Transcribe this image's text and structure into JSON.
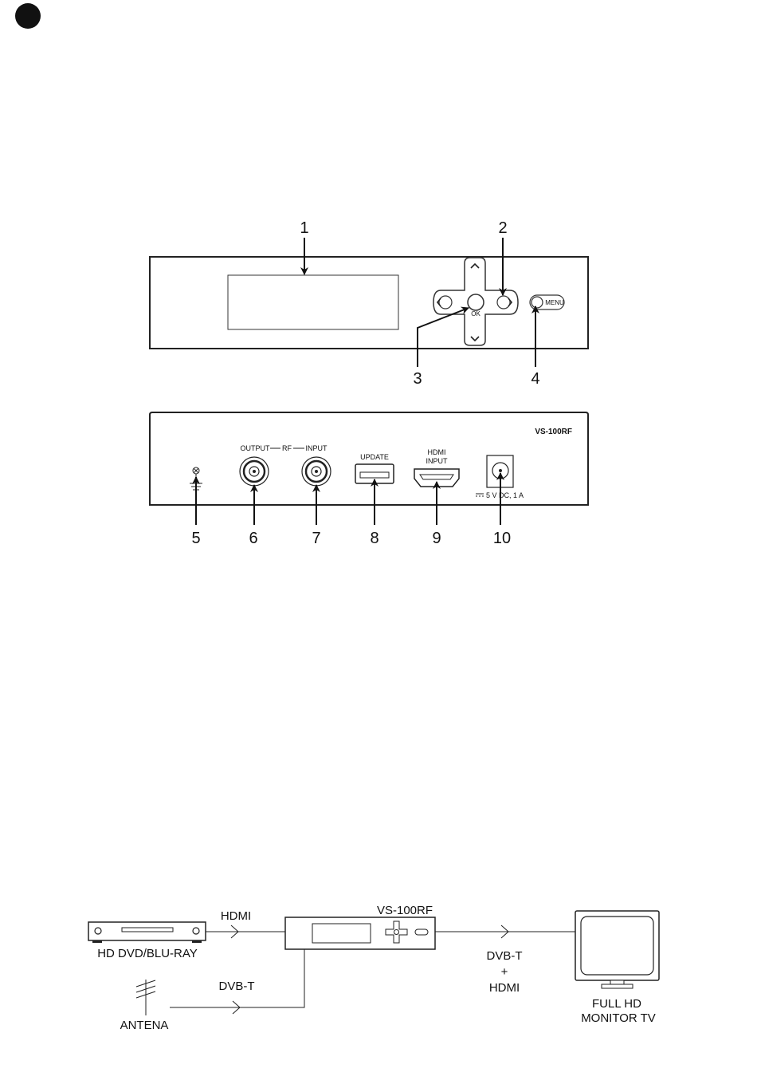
{
  "front_panel": {
    "callouts": [
      "1",
      "2",
      "3",
      "4"
    ],
    "ok_label": "OK",
    "menu_label": "MENU"
  },
  "rear_panel": {
    "model": "VS-100RF",
    "output_label": "OUTPUT",
    "rf_label": "RF",
    "input_label": "INPUT",
    "update_label": "UPDATE",
    "hdmi_label_line1": "HDMI",
    "hdmi_label_line2": "INPUT",
    "power_label": "5 V DC, 1 A",
    "callouts": [
      "5",
      "6",
      "7",
      "8",
      "9",
      "10"
    ]
  },
  "connection": {
    "source_device": "HD DVD/BLU-RAY",
    "hdmi_link": "HDMI",
    "center_device": "VS-100RF",
    "antenna_label": "ANTENA",
    "antenna_link": "DVB-T",
    "output_line1": "DVB-T",
    "output_line2": "+",
    "output_line3": "HDMI",
    "monitor_line1": "FULL HD",
    "monitor_line2": "MONITOR TV"
  },
  "icons": {
    "page_marker": "filled-circle-icon",
    "ground": "ground-icon",
    "usb_port": "usb-port-icon",
    "hdmi_port": "hdmi-port-icon",
    "dc_jack": "dc-jack-icon",
    "antenna": "antenna-icon",
    "monitor": "monitor-icon"
  }
}
